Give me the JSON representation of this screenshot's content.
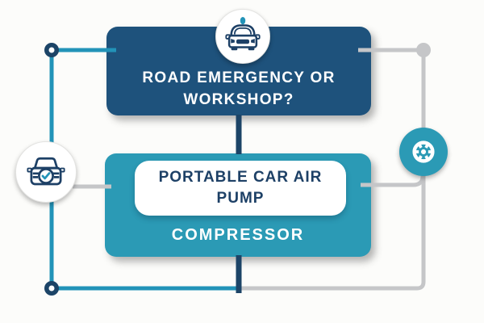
{
  "title": "Portable car air pump compressor diagram",
  "colors": {
    "background": "#fcfcfa",
    "navy_box": "#1e527c",
    "navy_dark": "#1c4467",
    "teal_box": "#2b9ab5",
    "teal_line": "#2293b8",
    "gray_line": "#c5c6c8",
    "white": "#ffffff",
    "text_navy": "#1d4066"
  },
  "top_box": {
    "line1": "ROAD EMERGENCY OR",
    "line2": "WORKSHOP?"
  },
  "product_box": {
    "line1": "PORTABLE CAR AIR",
    "line2": "PUMP",
    "label": "COMPRESSOR"
  },
  "icons": {
    "top": "emergency-car-icon",
    "left": "car-service-check-icon",
    "right": "gear-icon"
  }
}
